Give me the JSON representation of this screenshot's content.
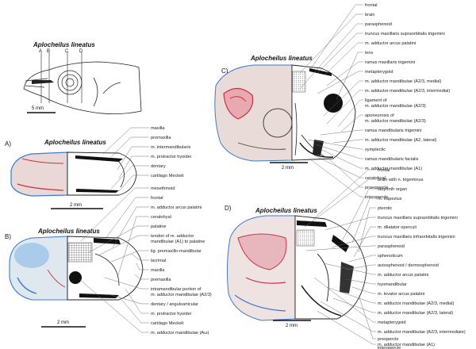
{
  "species": "Aplocheilus lineatus",
  "overview": {
    "section_marks": [
      "A",
      "B",
      "C",
      "D"
    ],
    "scale": "5 mm"
  },
  "panelA": {
    "letter": "A)",
    "scale": "2 mm",
    "labels": [
      "maxilla",
      "premaxilla",
      "m. intermandibularis",
      "m. protractor hyoidei",
      "dentary",
      "cartilago Meckeli"
    ]
  },
  "panelB": {
    "letter": "B)",
    "scale": "2 mm",
    "labels": [
      "mesethmoid",
      "frontal",
      "m. adductor arcus palatini",
      "ceratohyal",
      "palatine",
      "tendon of m. adductor",
      "mandibulae (A1) to palatine",
      "lig. premaxillo-mandibular",
      "lacrimal",
      "maxilla",
      "premaxilla",
      "intramandibular portion of",
      "m. adductor mandibulae (A2/3)",
      "dentary / anguloarticular",
      "m. protractor hyoidei",
      "cartilago Meckeli",
      "m. adductor mandibulae (Aω)"
    ]
  },
  "panelC": {
    "letter": "C)",
    "scale": "2 mm",
    "labels": [
      "frontal",
      "brain",
      "parasphenoid",
      "truncus maxillaris supraorbitalis trigemini",
      "m. adductor arcus palatini",
      "lens",
      "ramus maxillaris trigemini",
      "metapterygoid",
      "m. adductor mandibulae (A2/3, medial)",
      "m. adductor mandibulae (A2/3, intermedial)",
      "ligament of",
      "m. adductor mandibulae (A2/3)",
      "aponeurosis of",
      "m. adductor mandibulae (A2/3)",
      "ramus mandibularis trigemini",
      "m. adductor mandibulae (A2, lateral)",
      "symplectic",
      "ramus mandibularis facialis",
      "m. adductor mandibulae (A1)",
      "ceratohyal",
      "praeopercle",
      "interopercle"
    ]
  },
  "panelD": {
    "letter": "D)",
    "scale": "2 mm",
    "labels": [
      "frontal",
      "brain with n. trigeminus",
      "labyrinth organ",
      "m. trapezius",
      "pterotic",
      "truncus maxillaris supraorbitalis trigemini",
      "m. dilatator operculi",
      "truncus maxillaris infraorbitalis trigemini",
      "parasphenoid",
      "sphenoticum",
      "autosphenoid / dermosphenoid",
      "m. adductor arcus palatini",
      "hyomandibular",
      "m. levator arcus palatini",
      "m. adductor mandibulae (A2/3, medial)",
      "m. adductor mandibulae (A2/3, lateral)",
      "metapterygoid",
      "m. adductor mandibulae (A2/3, intermediate)",
      "preopercle",
      "m. adductor mandibulae (A1)",
      "interopercle"
    ]
  }
}
